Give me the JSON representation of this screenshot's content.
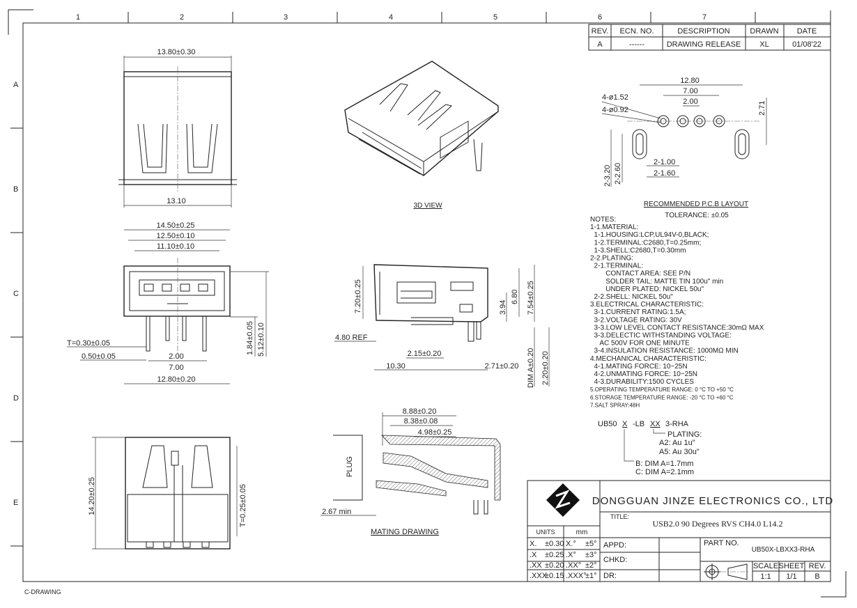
{
  "frame": {
    "columns": [
      "1",
      "2",
      "3",
      "4",
      "5",
      "6",
      "7"
    ],
    "rows": [
      "A",
      "B",
      "C",
      "D",
      "E"
    ],
    "footer_label": "C-DRAWING"
  },
  "revision_table": {
    "headers": [
      "REV.",
      "ECN. NO.",
      "DESCRIPTION",
      "DRAWN",
      "DATE"
    ],
    "row": [
      "A",
      "------",
      "DRAWING RELEASE",
      "XL",
      "01/08'22"
    ]
  },
  "views": {
    "top_view": {
      "dims": [
        "13.80±0.30",
        "13.10"
      ]
    },
    "front_view": {
      "dims": [
        "14.50±0.25",
        "12.50±0.10",
        "11.10±0.10",
        "T=0.30±0.05",
        "0.50±0.05",
        "2.00",
        "7.00",
        "12.80±0.20",
        "1.84±0.05",
        "5.12±0.10"
      ]
    },
    "bottom_view": {
      "dims": [
        "14.20±0.25",
        "T=0.25±0.05"
      ]
    },
    "iso_view": {
      "label": "3D VIEW"
    },
    "side_view": {
      "dims": [
        "7.20±0.25",
        "7.54±0.25",
        "6.80",
        "3.94",
        "4.80 REF",
        "2.15±0.20",
        "10.30",
        "2.71±0.20",
        "DIM A±0.20",
        "2.20±0.20"
      ]
    },
    "mating_view": {
      "dims": [
        "8.88±0.20",
        "8.38±0.08",
        "4.98±0.25",
        "PLUG",
        "2.67 min"
      ],
      "label": "MATING DRAWING"
    },
    "pcb_layout": {
      "dims": [
        "12.80",
        "7.00",
        "2.00",
        "2.71",
        "4-ø1.52",
        "4-ø0.92",
        "2-1.00",
        "2-1.60",
        "2-3.20",
        "2-2.60"
      ],
      "title": "RECOMMENDED P.C.B LAYOUT",
      "tolerance": "TOLERANCE: ±0.05"
    }
  },
  "notes": {
    "lines": [
      "NOTES:",
      "1-1.MATERIAL:",
      "  1-1.HOUSING:LCP,UL94V-0,BLACK;",
      "  1-2.TERMINAL:C2680,T=0.25mm;",
      "  1-3.SHELL:C2680,T=0.30mm",
      "2-2.PLATING:",
      "  2-1.TERMINAL:",
      "        CONTACT AREA: SEE P/N",
      "        SOLDER TAIL: MATTE TIN 100u\" min",
      "        UNDER PLATED: NICKEL 50u\"",
      "  2-2.SHELL: NICKEL 50u\"",
      "3.ELECTRICAL CHARACTERISTIC:",
      "  3-1.CURRENT RATING:1.5A;",
      "  3-2.VOLTAGE RATING: 30V",
      "  3-3.LOW LEVEL CONTACT RESISTANCE:30mΩ MAX",
      "  3-3.DELECTIC WITHSTANDING VOLTAGE:",
      "     AC 500V FOR ONE MINUTE",
      "  3-4.INSULATION RESISTANCE: 1000MΩ MIN",
      "4.MECHANICAL CHARACTERISTIC:",
      "  4-1.MATING FORCE: 10~25N",
      "  4-2.UNMATING FORCE: 10~25N",
      "  4-3.DURABILITY:1500 CYCLES",
      "5.OPERATING TEMPERATURE RANGE: 0 °C TO +50 °C",
      "6.STORAGE TEMPERATURE RANGE: -20 °C TO +60 °C",
      "7.SALT SPRAY:48H"
    ]
  },
  "part_code": {
    "base": "UB50",
    "x": "X",
    "mid": "-LB",
    "xx": "XX",
    "suffix": "3-RHA",
    "plating_label": "PLATING:",
    "plating_options": [
      "A2: Au 1u\"",
      "A5: Au 30u\""
    ],
    "dim_options": [
      "B: DIM A=1.7mm",
      "C: DIM A=2.1mm"
    ]
  },
  "title_block": {
    "company": "DONGGUAN JINZE ELECTRONICS CO., LTD",
    "title_label": "TITLE:",
    "title": "USB2.0 90 Degrees RVS CH4.0 L14.2",
    "units_label": "UNITS",
    "units": "mm",
    "tolerances": [
      [
        "X.",
        "±0.30",
        "X.°",
        "±5°"
      ],
      [
        ".X",
        "±0.25",
        ".X°",
        "±3°"
      ],
      [
        ".XX",
        "±0.20",
        ".XX°",
        "±2°"
      ],
      [
        ".XXX",
        "±0.15",
        ".XXX°",
        "±1°"
      ]
    ],
    "appd_label": "APPD:",
    "chkd_label": "CHKD:",
    "dr_label": "DR:",
    "part_no_label": "PART NO.",
    "part_no": "UB50X-LBXX3-RHA",
    "scale_label": "SCALE",
    "scale": "1:1",
    "sheet_label": "SHEET",
    "sheet": "1/1",
    "rev_label": "REV.",
    "rev": "B"
  }
}
